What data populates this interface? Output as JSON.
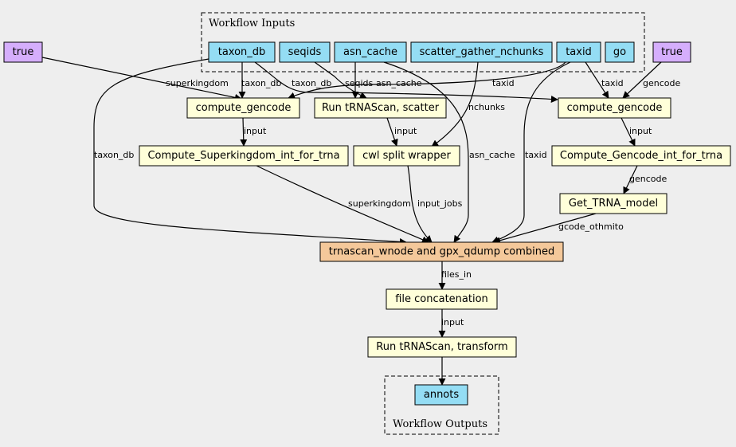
{
  "clusters": {
    "inputs_title": "Workflow Inputs",
    "outputs_title": "Workflow Outputs"
  },
  "colors": {
    "input_fill": "#94ddf4",
    "step_fill": "#ffffd9",
    "bool_fill": "#d5aefc",
    "combined_fill": "#f4c89a"
  },
  "nodes": {
    "true_left": "true",
    "true_right": "true",
    "taxon_db": "taxon_db",
    "seqids": "seqids",
    "asn_cache": "asn_cache",
    "scatter_gather_nchunks": "scatter_gather_nchunks",
    "taxid": "taxid",
    "go": "go",
    "compute_gencode_left": "compute_gencode",
    "run_trnascan_scatter": "Run tRNAScan, scatter",
    "compute_gencode_right": "compute_gencode",
    "compute_superkingdom_int": "Compute_Superkingdom_int_for_trna",
    "cwl_split_wrapper": "cwl split wrapper",
    "compute_gencode_int": "Compute_Gencode_int_for_trna",
    "get_trna_model": "Get_TRNA_model",
    "combined": "trnascan_wnode and gpx_qdump combined",
    "file_concatenation": "file concatenation",
    "run_trnascan_transform": "Run tRNAScan, transform",
    "annots": "annots"
  },
  "edge_labels": {
    "superkingdom_1": "superkingdom",
    "taxon_db_1": "taxon_db",
    "taxon_db_2": "taxon_db",
    "seqids": "seqids",
    "asn_cache_1": "asn_cache",
    "taxid_1": "taxid",
    "taxid_2": "taxid",
    "gencode_1": "gencode",
    "nchunks": "nchunks",
    "input_1": "input",
    "input_2": "input",
    "input_3": "input",
    "taxon_db_3": "taxon_db",
    "asn_cache_2": "asn_cache",
    "taxid_3": "taxid",
    "gencode_2": "gencode",
    "superkingdom_2": "superkingdom",
    "input_jobs": "input_jobs",
    "gcode_othmito": "gcode_othmito",
    "files_in": "files_in",
    "input_4": "input"
  }
}
